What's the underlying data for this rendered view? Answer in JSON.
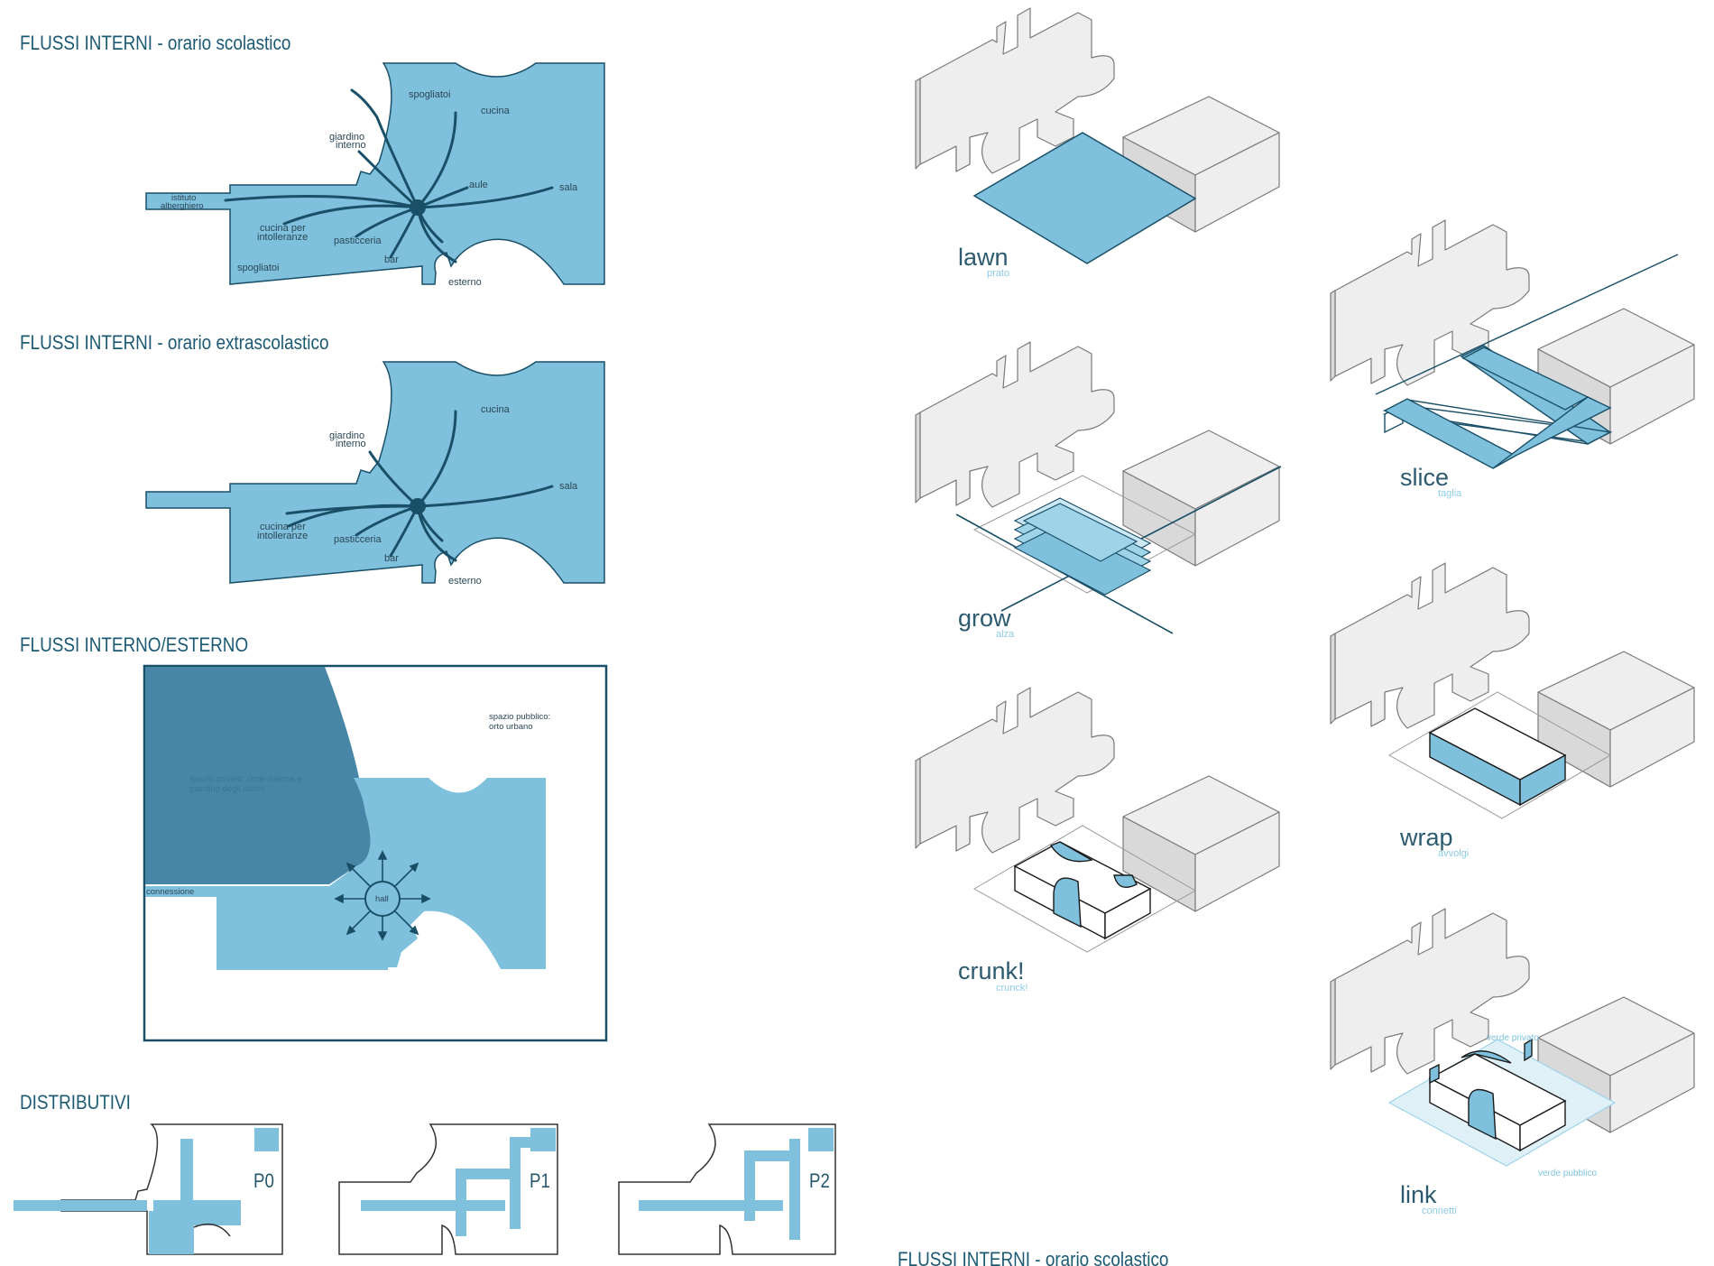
{
  "titles": {
    "flussi_scolastico": "FLUSSI INTERNI - orario scolastico",
    "flussi_extra": "FLUSSI INTERNI - orario extrascolastico",
    "flussi_int_est": "FLUSSI INTERNO/ESTERNO",
    "distributivi": "DISTRIBUTIVI",
    "bottom_cut": "FLUSSI INTERNI - orario scolastico"
  },
  "plan1": {
    "labels": [
      "spogliatoi",
      "cucina",
      "giardino",
      "interno",
      "istituto",
      "alberghiero",
      "aule",
      "sala",
      "cucina per",
      "intolleranze",
      "pasticceria",
      "bar",
      "spogliatoi",
      "esterno"
    ]
  },
  "plan2": {
    "labels": [
      "cucina",
      "giardino",
      "interno",
      "sala",
      "cucina per",
      "intolleranze",
      "pasticceria",
      "bar",
      "esterno"
    ]
  },
  "plan3": {
    "public": [
      "spazio pubblico:",
      "orto urbano"
    ],
    "private": [
      "spazio privato: corte interna e",
      "giardino degli aromi"
    ],
    "connessione": "connessione",
    "hall": "hall"
  },
  "levels": [
    "P0",
    "P1",
    "P2"
  ],
  "diagrams": [
    {
      "title": "lawn",
      "subtitle": "prato"
    },
    {
      "title": "slice",
      "subtitle": "taglia"
    },
    {
      "title": "grow",
      "subtitle": "alza"
    },
    {
      "title": "wrap",
      "subtitle": "avvolgi"
    },
    {
      "title": "crunk!",
      "subtitle": "crunck!"
    },
    {
      "title": "link",
      "subtitle": "connetti",
      "notes": [
        "verde privato",
        "verde pubblico"
      ]
    }
  ],
  "colors": {
    "blue": "#7fc0dc",
    "dark_blue": "#4886a8",
    "stroke": "#1a4f68",
    "light": "#bfe3f1"
  }
}
